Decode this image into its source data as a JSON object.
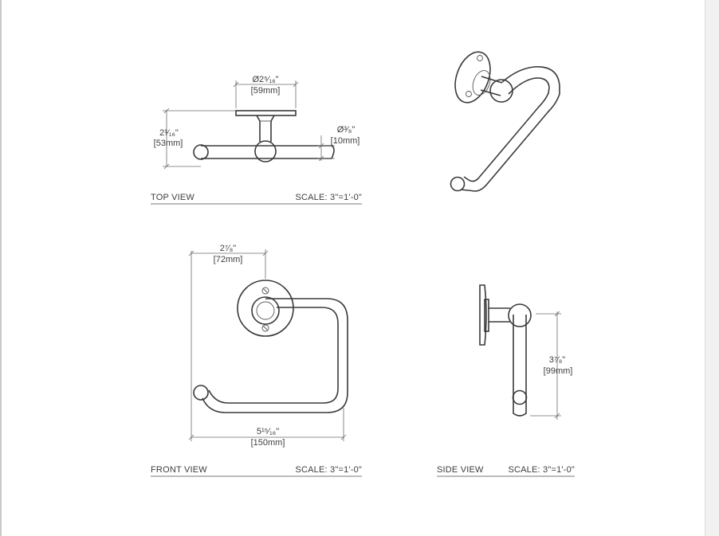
{
  "views": {
    "top": {
      "caption": "TOP VIEW",
      "scale": "SCALE: 3\"=1'-0\"",
      "dims": {
        "flange_dia": "Ø2⁵⁄₁₆\"",
        "flange_dia_mm": "[59mm]",
        "projection": "2¹⁄₁₆\"",
        "projection_mm": "[53mm]",
        "rod_dia": "Ø³⁄₈\"",
        "rod_dia_mm": "[10mm]"
      }
    },
    "iso": {
      "caption": ""
    },
    "front": {
      "caption": "FRONT VIEW",
      "scale": "SCALE: 3\"=1'-0\"",
      "dims": {
        "offset": "2⁷⁄₈\"",
        "offset_mm": "[72mm]",
        "width": "5¹⁵⁄₁₆\"",
        "width_mm": "[150mm]"
      }
    },
    "side": {
      "caption": "SIDE VIEW",
      "scale": "SCALE: 3\"=1'-0\"",
      "dims": {
        "drop": "3⁷⁄₈\"",
        "drop_mm": "[99mm]"
      }
    }
  }
}
